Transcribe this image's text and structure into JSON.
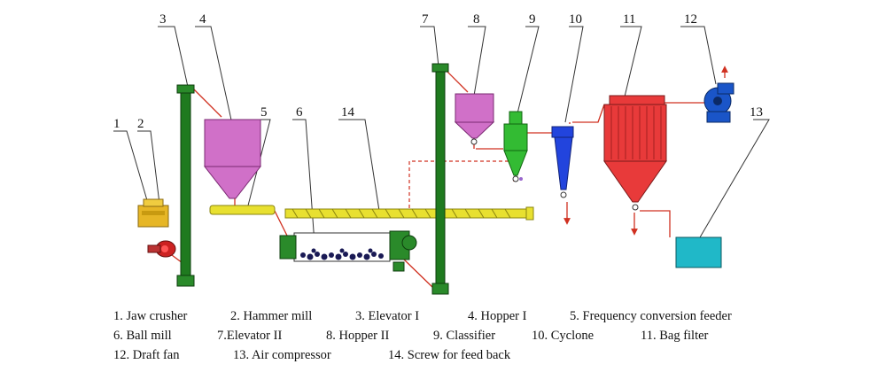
{
  "components": [
    {
      "number": "1",
      "name": "Jaw crusher"
    },
    {
      "number": "2",
      "name": "Hammer mill"
    },
    {
      "number": "3",
      "name": "Elevator I"
    },
    {
      "number": "4",
      "name": "Hopper I"
    },
    {
      "number": "5",
      "name": "Frequency conversion feeder"
    },
    {
      "number": "6",
      "name": "Ball mill"
    },
    {
      "number": "7",
      "name": "Elevator II"
    },
    {
      "number": "8",
      "name": "Hopper II"
    },
    {
      "number": "9",
      "name": "Classifier"
    },
    {
      "number": "10",
      "name": "Cyclone"
    },
    {
      "number": "11",
      "name": "Bag filter"
    },
    {
      "number": "12",
      "name": "Draft fan"
    },
    {
      "number": "13",
      "name": "Air compressor"
    },
    {
      "number": "14",
      "name": "Screw for feed back"
    }
  ],
  "legend": {
    "row1": [
      "1. Jaw crusher",
      "2. Hammer mill",
      "3. Elevator I",
      "4. Hopper I",
      "5. Frequency conversion feeder"
    ],
    "row2": [
      "6. Ball mill",
      "7.Elevator II",
      "8. Hopper II",
      "9. Classifier",
      "10. Cyclone",
      "11. Bag filter"
    ],
    "row3": [
      "12. Draft fan",
      "13. Air compressor",
      "14. Screw for feed back"
    ]
  },
  "colors": {
    "elevator": "#1f7a1f",
    "hopper": "#d070c8",
    "feeder": "#e8e030",
    "classifier": "#33bb33",
    "cyclone": "#2244dd",
    "bag_filter": "#e83a3a",
    "draft_fan": "#1a55c8",
    "air_compressor": "#20b8c8",
    "jaw_crusher": "#e0b020",
    "hammer_mill": "#cc2222",
    "pipe": "#d03020"
  }
}
